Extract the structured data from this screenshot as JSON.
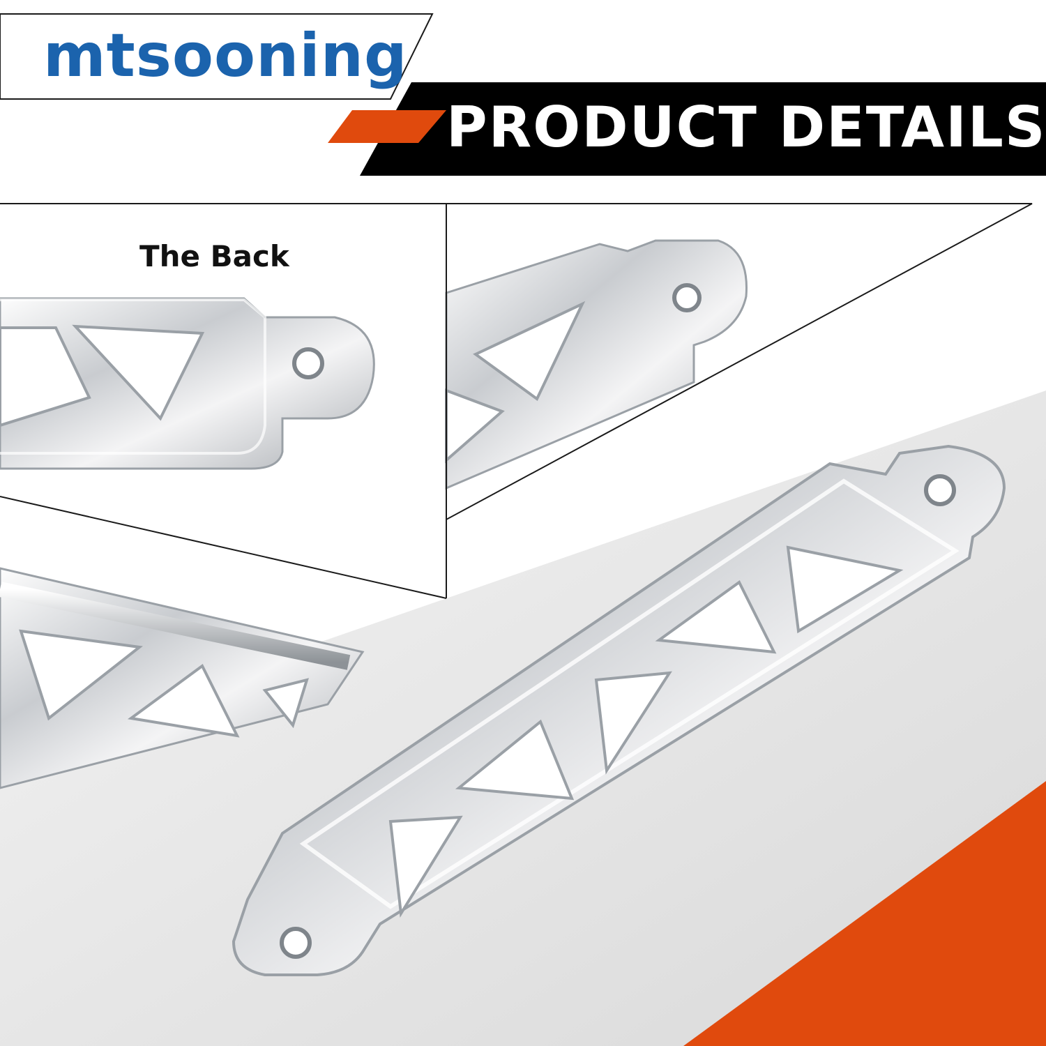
{
  "brand": {
    "logo_text": "mtsooning",
    "color": "#1b63ad"
  },
  "banner": {
    "title": "PRODUCT DETAILS",
    "background_color": "#000000",
    "accent_color": "#e04a0d"
  },
  "panel": {
    "label": "The Back"
  },
  "product": {
    "description": "silver aluminum battery tie-down bracket with triangle cutouts",
    "finish_color": "#d7d9dc"
  }
}
